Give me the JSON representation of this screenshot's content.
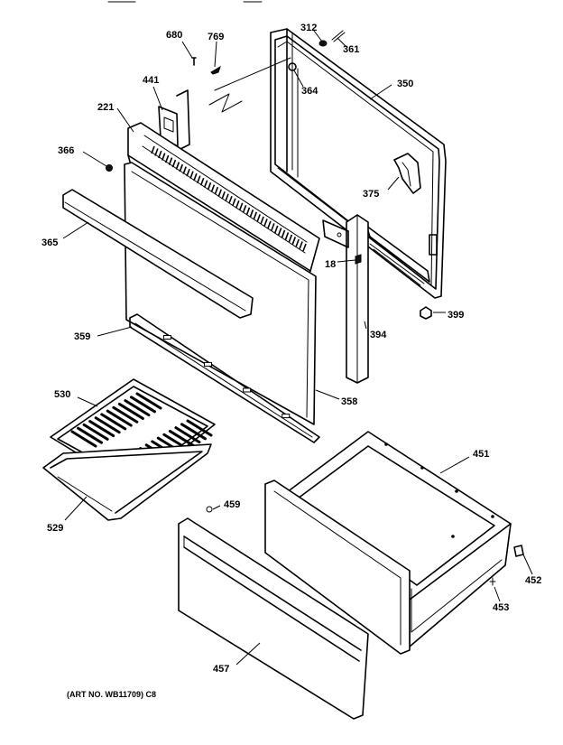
{
  "callouts": {
    "p680": "680",
    "p769": "769",
    "p312": "312",
    "p361": "361",
    "p441": "441",
    "p364": "364",
    "p350": "350",
    "p221": "221",
    "p366": "366",
    "p375": "375",
    "p365": "365",
    "p18": "18",
    "p399": "399",
    "p359": "359",
    "p394": "394",
    "p358": "358",
    "p530": "530",
    "p451": "451",
    "p459": "459",
    "p529": "529",
    "p452": "452",
    "p453": "453",
    "p457": "457"
  },
  "art_number": "(ART NO. WB11709) C8"
}
